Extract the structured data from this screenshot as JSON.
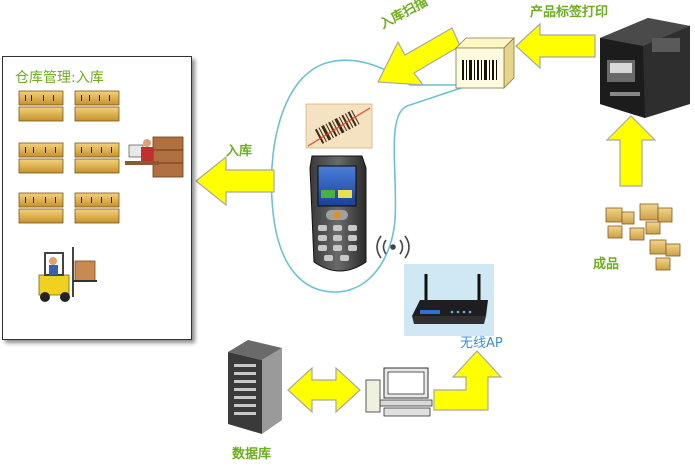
{
  "labels": {
    "warehouse_title": "仓库管理:入库",
    "stock_in": "入库",
    "stock_in_scan": "入库扫描",
    "label_print": "产品标签打印",
    "finished_goods": "成品",
    "wireless_ap": "无线AP",
    "database": "数据库"
  },
  "colors": {
    "arrow_fill": "#ffff00",
    "arrow_stroke": "#a8a8a8",
    "label_green": "#6cae1e",
    "label_blue": "#3a8ed8",
    "bubble_stroke": "#6cc0d8"
  }
}
